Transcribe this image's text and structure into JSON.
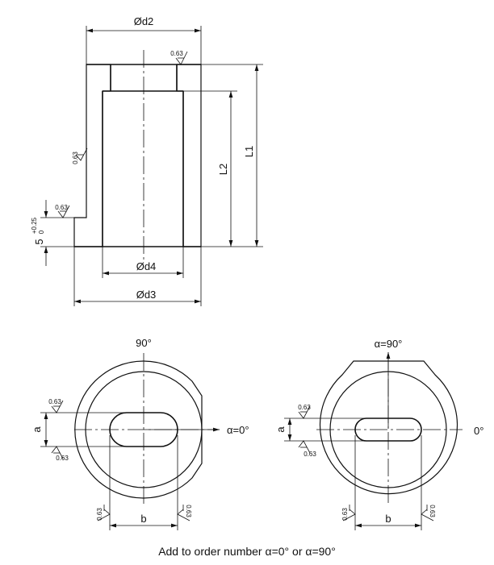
{
  "top_view": {
    "dim_d2": "Ød2",
    "dim_d4": "Ød4",
    "dim_d3": "Ød3",
    "dim_L1": "L1",
    "dim_L2": "L2",
    "dim_step": "5",
    "tol_upper": "+0.25",
    "tol_lower": "0",
    "roughness": "0.63"
  },
  "bottom_left": {
    "angle_top": "90°",
    "angle_right": "α=0°",
    "dim_a": "a",
    "dim_b": "b",
    "roughness": "0.63"
  },
  "bottom_right": {
    "angle_top": "α=90°",
    "angle_right": "0°",
    "dim_a": "a",
    "dim_b": "b",
    "roughness": "0.63"
  },
  "caption": "Add to order number α=0° or α=90°"
}
